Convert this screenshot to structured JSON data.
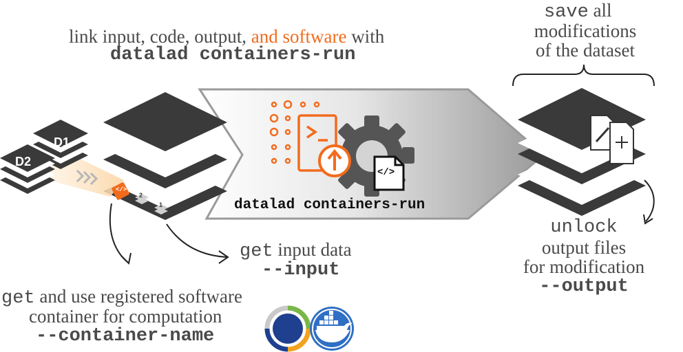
{
  "top_caption": {
    "line1_prefix": "link input, code, output,",
    "line1_highlight": "and software",
    "line1_suffix": "with",
    "line2_command": "datalad containers-run"
  },
  "save_caption": {
    "command": "save",
    "line1_rest": "all",
    "line2": "modifications",
    "line3": "of the dataset"
  },
  "arrow_label": "datalad containers-run",
  "input_caption": {
    "command": "get",
    "text": "input data",
    "flag": "--input"
  },
  "container_caption": {
    "command": "get",
    "line1_rest": "and use registered software",
    "line2": "container for computation",
    "flag": "--container-name"
  },
  "output_caption": {
    "command": "unlock",
    "line2": "output files",
    "line3": "for modification",
    "flag": "--output"
  },
  "dataset_labels": {
    "d1": "D1",
    "d2": "D2",
    "badge_2": "2",
    "badge_1": "1",
    "code_badge": "</>"
  },
  "file_icon_label": "</>",
  "colors": {
    "orange": "#f26b1d",
    "dark": "#3a3a3a",
    "gray_text": "#4a4a4a",
    "singularity_blue": "#1f3f8f",
    "docker_blue": "#2f6fc4"
  },
  "icons": [
    "singularity-logo-icon",
    "docker-logo-icon",
    "gear-icon",
    "code-file-icon",
    "terminal-icon"
  ]
}
